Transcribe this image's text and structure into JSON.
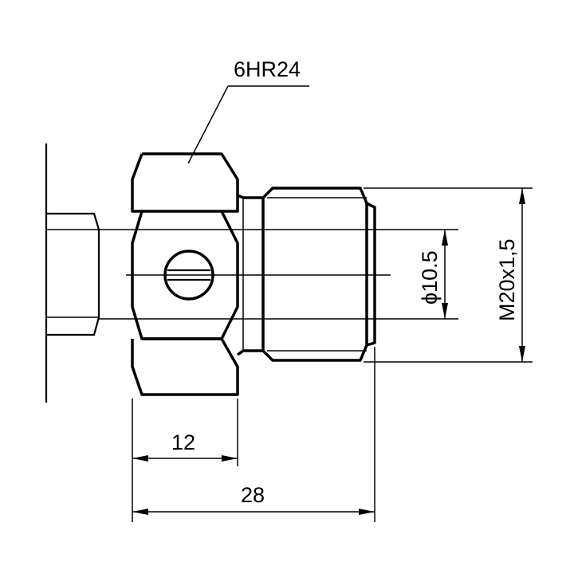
{
  "labels": {
    "hex": "6HR24",
    "bore": "ϕ10.5",
    "thread": "M20x1,5",
    "hex_length": "12",
    "overall_length": "28"
  },
  "colors": {
    "line": "#000000",
    "background": "#ffffff"
  }
}
